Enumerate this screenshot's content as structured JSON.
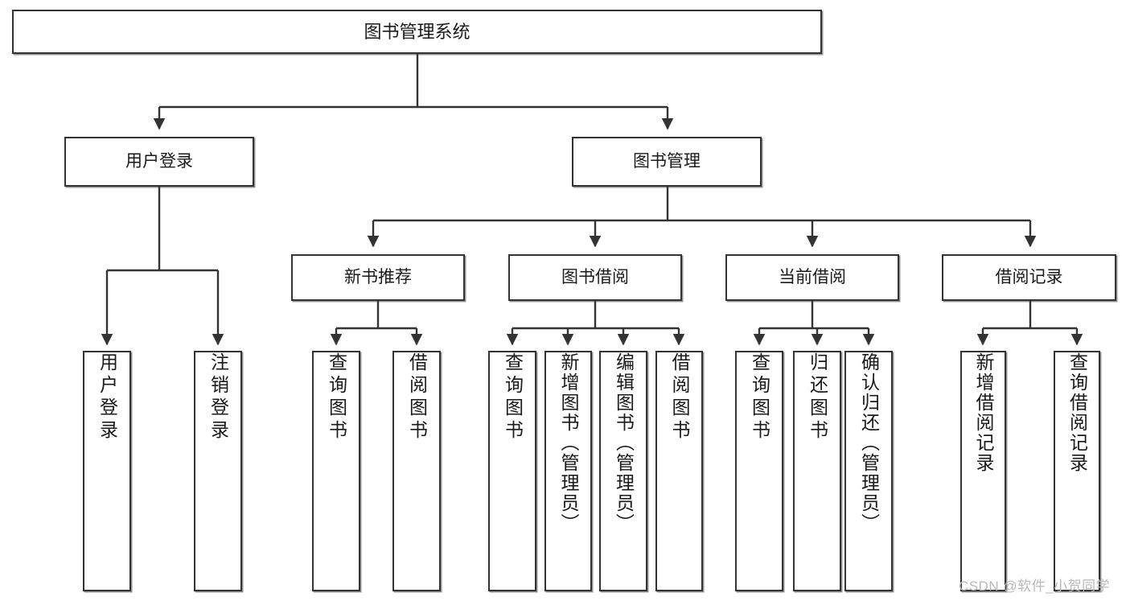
{
  "diagram": {
    "type": "tree-hierarchy",
    "title": "图书管理系统",
    "watermark": "CSDN @软件_小贺同学",
    "colors": {
      "box_border": "#333333",
      "box_fill": "#ffffff",
      "connector": "#333333",
      "text": "#1a1a1a",
      "watermark": "#b9b9b9",
      "background": "#ffffff"
    },
    "nodes": {
      "root": {
        "label": "图书管理系统"
      },
      "level2": [
        {
          "label": "用户登录"
        },
        {
          "label": "图书管理"
        }
      ],
      "level3": [
        {
          "label": "新书推荐"
        },
        {
          "label": "图书借阅"
        },
        {
          "label": "当前借阅"
        },
        {
          "label": "借阅记录"
        }
      ],
      "leaves": {
        "user_login": [
          {
            "label": "用户登录"
          },
          {
            "label": "注销登录"
          }
        ],
        "new_book_rec": [
          {
            "label": "查询图书"
          },
          {
            "label": "借阅图书"
          }
        ],
        "book_borrow": [
          {
            "label": "查询图书"
          },
          {
            "label": "新增图书（管理员）"
          },
          {
            "label": "编辑图书（管理员）"
          },
          {
            "label": "借阅图书"
          }
        ],
        "current_borrow": [
          {
            "label": "查询图书"
          },
          {
            "label": "归还图书"
          },
          {
            "label": "确认归还（管理员）"
          }
        ],
        "borrow_record": [
          {
            "label": "新增借阅记录"
          },
          {
            "label": "查询借阅记录"
          }
        ]
      }
    }
  }
}
